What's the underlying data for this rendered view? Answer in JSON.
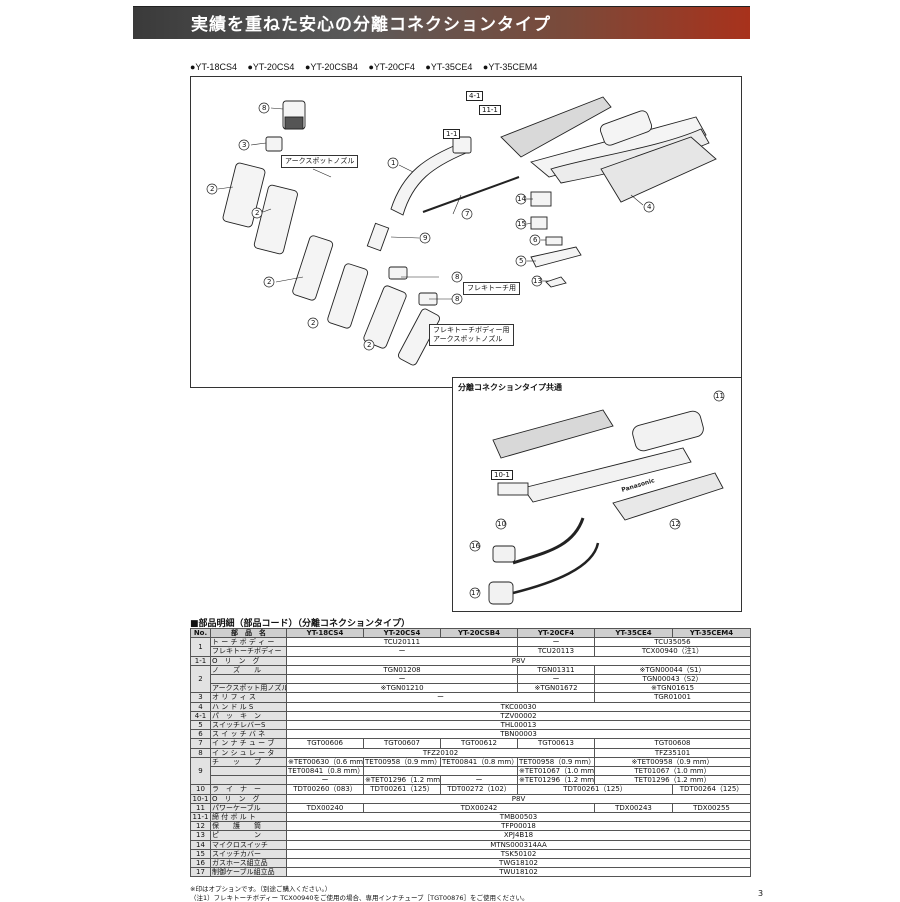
{
  "banner": {
    "title": "実績を重ねた安心の分離コネクションタイプ"
  },
  "models": [
    "●YT-18CS4",
    "●YT-20CS4",
    "●YT-20CSB4",
    "●YT-20CF4",
    "●YT-35CE4",
    "●YT-35CEM4"
  ],
  "diagram": {
    "callouts": {
      "arc_spot_nozzle": "アークスポットノズル",
      "flexi_torch": "フレキトーチ用",
      "flexi_body_arc_1": "フレキトーチボディー用",
      "flexi_body_arc_2": "アークスポットノズル"
    },
    "common_label": "分離コネクションタイプ共通",
    "brand": "Panasonic",
    "part_numbers": [
      "8",
      "3",
      "2",
      "2",
      "2",
      "2",
      "2",
      "1",
      "1-1",
      "4-1",
      "11-1",
      "9",
      "7",
      "14",
      "15",
      "6",
      "5",
      "13",
      "4",
      "8",
      "8",
      "11",
      "10-1",
      "10",
      "12",
      "16",
      "17"
    ]
  },
  "table": {
    "section_title": "■部品明細（部品コード）（分離コネクションタイプ）",
    "headers": [
      "No.",
      "部　品　名",
      "YT-18CS4",
      "YT-20CS4",
      "YT-20CSB4",
      "YT-20CF4",
      "YT-35CE4",
      "YT-35CEM4"
    ],
    "rows": [
      {
        "no": "1",
        "name": "ト ー チ ボ デ ィ ー",
        "cells": [
          {
            "t": "TCU20111",
            "s": 3
          },
          {
            "t": "ー",
            "s": 1
          },
          {
            "t": "TCU35056",
            "s": 2
          }
        ],
        "noRows": 2
      },
      {
        "name": "フレキトーチボディー",
        "cells": [
          {
            "t": "ー",
            "s": 3
          },
          {
            "t": "TCU20113",
            "s": 1
          },
          {
            "t": "TCX00940（注1）",
            "s": 2
          }
        ]
      },
      {
        "no": "1-1",
        "name": "O　リ　ン　グ",
        "cells": [
          {
            "t": "P8V",
            "s": 6
          }
        ]
      },
      {
        "no": "2",
        "name": "ノ　　ズ　　ル",
        "cells": [
          {
            "t": "TGN01208",
            "s": 3
          },
          {
            "t": "TGN01311",
            "s": 1
          },
          {
            "t": "※TGN00044（S1）",
            "s": 2
          }
        ],
        "noRows": 3
      },
      {
        "name": "",
        "cells": [
          {
            "t": "ー",
            "s": 3
          },
          {
            "t": "ー",
            "s": 1
          },
          {
            "t": "TGN00043（S2）",
            "s": 2
          }
        ]
      },
      {
        "name": "アークスポット用ノズル",
        "cells": [
          {
            "t": "※TGN01210",
            "s": 3
          },
          {
            "t": "※TGN01672",
            "s": 1
          },
          {
            "t": "※TGN01615",
            "s": 2
          }
        ]
      },
      {
        "no": "3",
        "name": "オ リ フ ィ ス",
        "cells": [
          {
            "t": "ー",
            "s": 4
          },
          {
            "t": "TGR01001",
            "s": 2
          }
        ]
      },
      {
        "no": "4",
        "name": "ハ ン ド ル S",
        "cells": [
          {
            "t": "TKC00030",
            "s": 6
          }
        ]
      },
      {
        "no": "4-1",
        "name": "パ　ッ　キ　ン",
        "cells": [
          {
            "t": "TZV00002",
            "s": 6
          }
        ]
      },
      {
        "no": "5",
        "name": "スイッチレバーS",
        "cells": [
          {
            "t": "THL00013",
            "s": 6
          }
        ]
      },
      {
        "no": "6",
        "name": "ス イ ッ チ バ ネ",
        "cells": [
          {
            "t": "TBN00003",
            "s": 6
          }
        ]
      },
      {
        "no": "7",
        "name": "イ ン ナ チ ュ ー ブ",
        "cells": [
          {
            "t": "TGT00606",
            "s": 1
          },
          {
            "t": "TGT00607",
            "s": 1
          },
          {
            "t": "TGT00612",
            "s": 1
          },
          {
            "t": "TGT00613",
            "s": 1
          },
          {
            "t": "TGT00608",
            "s": 2
          }
        ]
      },
      {
        "no": "8",
        "name": "イ ン シ ュ レ ー タ",
        "cells": [
          {
            "t": "TFZ20102",
            "s": 4
          },
          {
            "t": "TFZ35101",
            "s": 2
          }
        ]
      },
      {
        "no": "9",
        "name": "チ　　ッ　　プ",
        "cells": [
          {
            "t": "※TET00630（0.6 mm）",
            "s": 1
          },
          {
            "t": "TET00958（0.9 mm）",
            "s": 1
          },
          {
            "t": "TET00841（0.8 mm）",
            "s": 1
          },
          {
            "t": "TET00958（0.9 mm）",
            "s": 1
          },
          {
            "t": "※TET00958（0.9 mm）",
            "s": 2
          }
        ],
        "noRows": 3
      },
      {
        "name": "",
        "cells": [
          {
            "t": "TET00841（0.8 mm）",
            "s": 1
          },
          {
            "t": "",
            "s": 2
          },
          {
            "t": "※TET01067（1.0 mm）",
            "s": 1
          },
          {
            "t": "TET01067（1.0 mm）",
            "s": 2
          }
        ]
      },
      {
        "name": "",
        "cells": [
          {
            "t": "ー",
            "s": 1
          },
          {
            "t": "※TET01296（1.2 mm）",
            "s": 1
          },
          {
            "t": "ー",
            "s": 1
          },
          {
            "t": "※TET01296（1.2 mm）",
            "s": 1
          },
          {
            "t": "TET01296（1.2 mm）",
            "s": 2
          }
        ]
      },
      {
        "no": "10",
        "name": "ラ　イ　ナ　ー",
        "cells": [
          {
            "t": "TDT00260（083）",
            "s": 1
          },
          {
            "t": "TDT00261（125）",
            "s": 1
          },
          {
            "t": "TDT00272（102）",
            "s": 1
          },
          {
            "t": "TDT00261（125）",
            "s": 2
          },
          {
            "t": "TDT00264（125）",
            "s": 1
          }
        ]
      },
      {
        "no": "10-1",
        "name": "O　リ　ン　グ",
        "cells": [
          {
            "t": "P8V",
            "s": 6
          }
        ]
      },
      {
        "no": "11",
        "name": "パワーケーブル",
        "cells": [
          {
            "t": "TDX00240",
            "s": 1
          },
          {
            "t": "TDX00242",
            "s": 3
          },
          {
            "t": "TDX00243",
            "s": 1
          },
          {
            "t": "TDX00255",
            "s": 1
          }
        ]
      },
      {
        "no": "11-1",
        "name": "締 付 ボ ル ト",
        "cells": [
          {
            "t": "TMB00503",
            "s": 6
          }
        ]
      },
      {
        "no": "12",
        "name": "保　　護　　筒",
        "cells": [
          {
            "t": "TFP00018",
            "s": 6
          }
        ]
      },
      {
        "no": "13",
        "name": "ピ　　　　　ン",
        "cells": [
          {
            "t": "XPJ4B18",
            "s": 6
          }
        ]
      },
      {
        "no": "14",
        "name": "マイクロスイッチ",
        "cells": [
          {
            "t": "MTNS000314AA",
            "s": 6
          }
        ]
      },
      {
        "no": "15",
        "name": "スイッチカバー",
        "cells": [
          {
            "t": "TSK50102",
            "s": 6
          }
        ]
      },
      {
        "no": "16",
        "name": "ガスホース組立品",
        "cells": [
          {
            "t": "TWG18102",
            "s": 6
          }
        ]
      },
      {
        "no": "17",
        "name": "制御ケーブル組立品",
        "cells": [
          {
            "t": "TWU18102",
            "s": 6
          }
        ]
      }
    ]
  },
  "footnotes": [
    "※印はオプションです。（別途ご購入ください。）",
    "（注1）フレキトーチボディー TCX00940をご使用の場合、専用インナチューブ［TGT00876］をご使用ください。"
  ],
  "page_number": "3"
}
